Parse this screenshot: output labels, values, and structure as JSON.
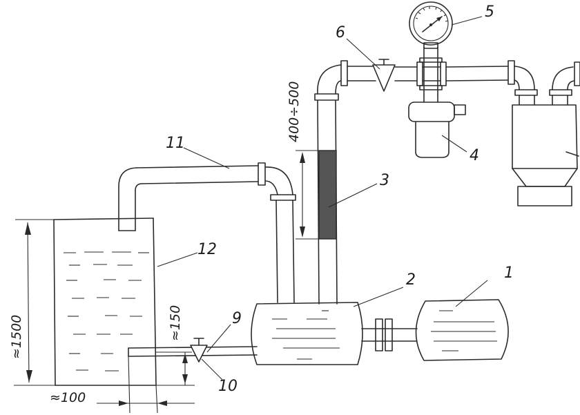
{
  "callouts": {
    "c1": "1",
    "c2": "2",
    "c3": "3",
    "c4": "4",
    "c5": "5",
    "c6": "6",
    "c9": "9",
    "c10": "10",
    "c11": "11",
    "c12": "12"
  },
  "dimensions": {
    "tank_height": "≈1500",
    "outlet_height": "≈150",
    "outlet_offset": "≈100",
    "column_height": "400÷500"
  },
  "colors": {
    "ink": "#2a2a2a",
    "column_fill": "#555555",
    "background": "#ffffff"
  }
}
